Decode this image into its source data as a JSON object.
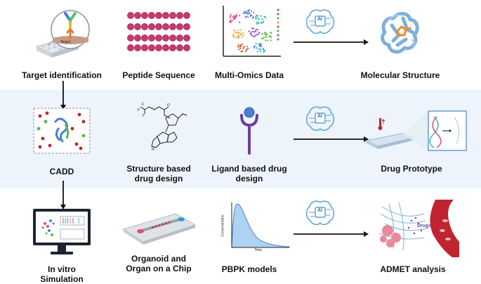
{
  "rows": [
    {
      "labels": [
        "Target identification",
        "Peptide Sequence",
        "Multi-Omics Data",
        "Molecular Structure"
      ],
      "ai_badge": "AI"
    },
    {
      "labels": [
        "CADD",
        "Structure based drug design",
        "Ligand based drug design",
        "Drug Prototype"
      ],
      "ai_badge": "AI"
    },
    {
      "labels": [
        "In vitro Simulation",
        "Organoid and Organ on a Chip",
        "PBPK models",
        "ADMET analysis"
      ],
      "ai_badge": "AI"
    }
  ],
  "texts": {
    "target_tag": "Target",
    "pbpk_ylabel": "Concentration",
    "pbpk_xlabel": "Time",
    "drugs_tag": "Drugs"
  },
  "colors": {
    "band_highlight": "#eef4fb",
    "peptide_bead": "#c8386e",
    "scatter_palette": [
      "#e24a7a",
      "#4a7fd6",
      "#3fb6a8",
      "#f2a33a",
      "#8e5cc7",
      "#57b947",
      "#d95f3c",
      "#2e9fd9"
    ],
    "protein": "#6fa8d8",
    "ligand_orange": "#f08a24",
    "ligand_purple": "#6b3fa0",
    "vessel_red": "#c0242f",
    "curve_fill": "#aed3f2"
  }
}
